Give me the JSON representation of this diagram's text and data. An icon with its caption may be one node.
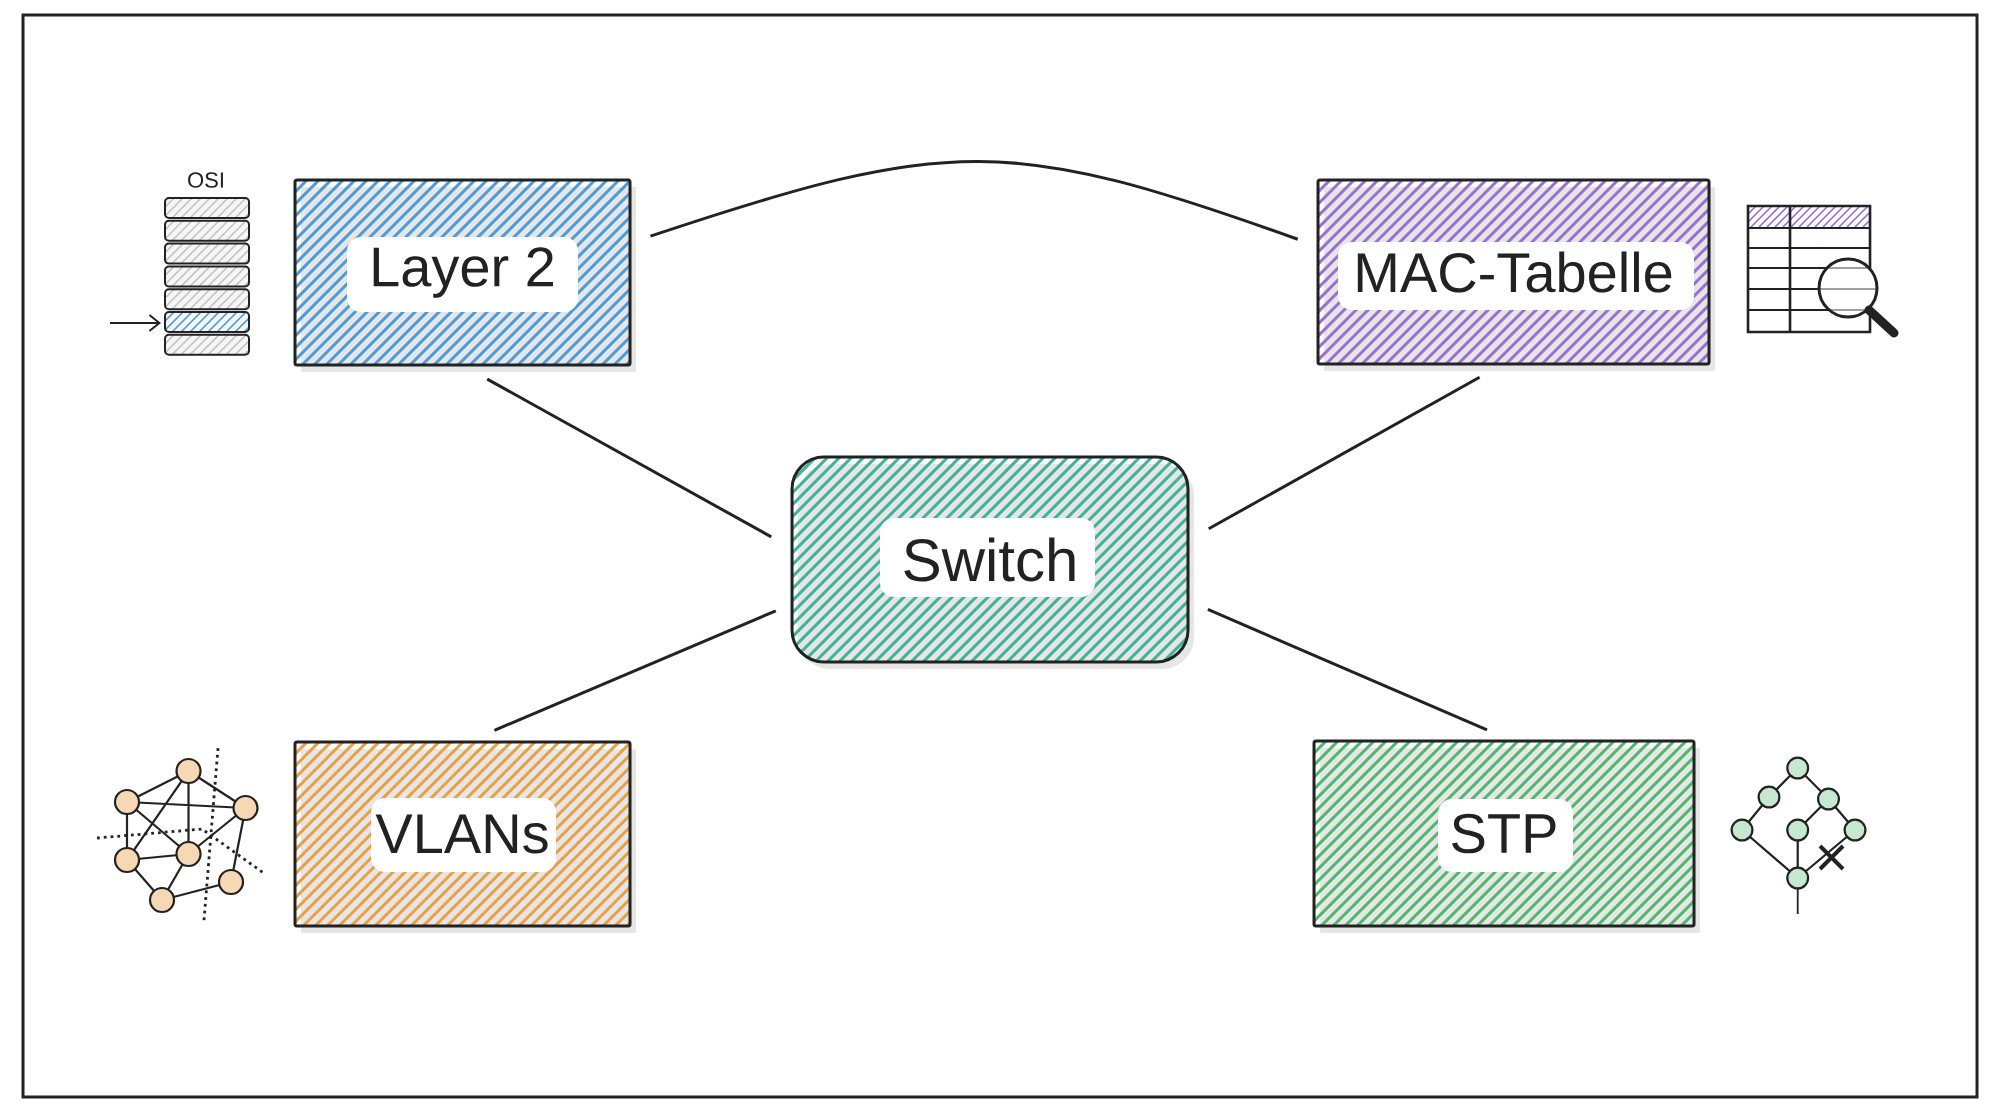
{
  "diagram": {
    "nodes": [
      {
        "text": [
          "Layer 2"
        ]
      },
      {
        "text": [
          "MAC-Tabelle"
        ]
      },
      {
        "text": [
          "Switch"
        ]
      },
      {
        "text": [
          "VLANs"
        ]
      },
      {
        "text": [
          "STP"
        ]
      }
    ],
    "edges": [
      {
        "from": 0,
        "to": 1,
        "arrow": "none"
      },
      {
        "from": 0,
        "to": 2,
        "arrow": "none"
      },
      {
        "from": 1,
        "to": 2,
        "arrow": "none"
      },
      {
        "from": 3,
        "to": 2,
        "arrow": "none"
      },
      {
        "from": 4,
        "to": 2,
        "arrow": "none"
      }
    ],
    "labels": [
      "OSI"
    ]
  }
}
